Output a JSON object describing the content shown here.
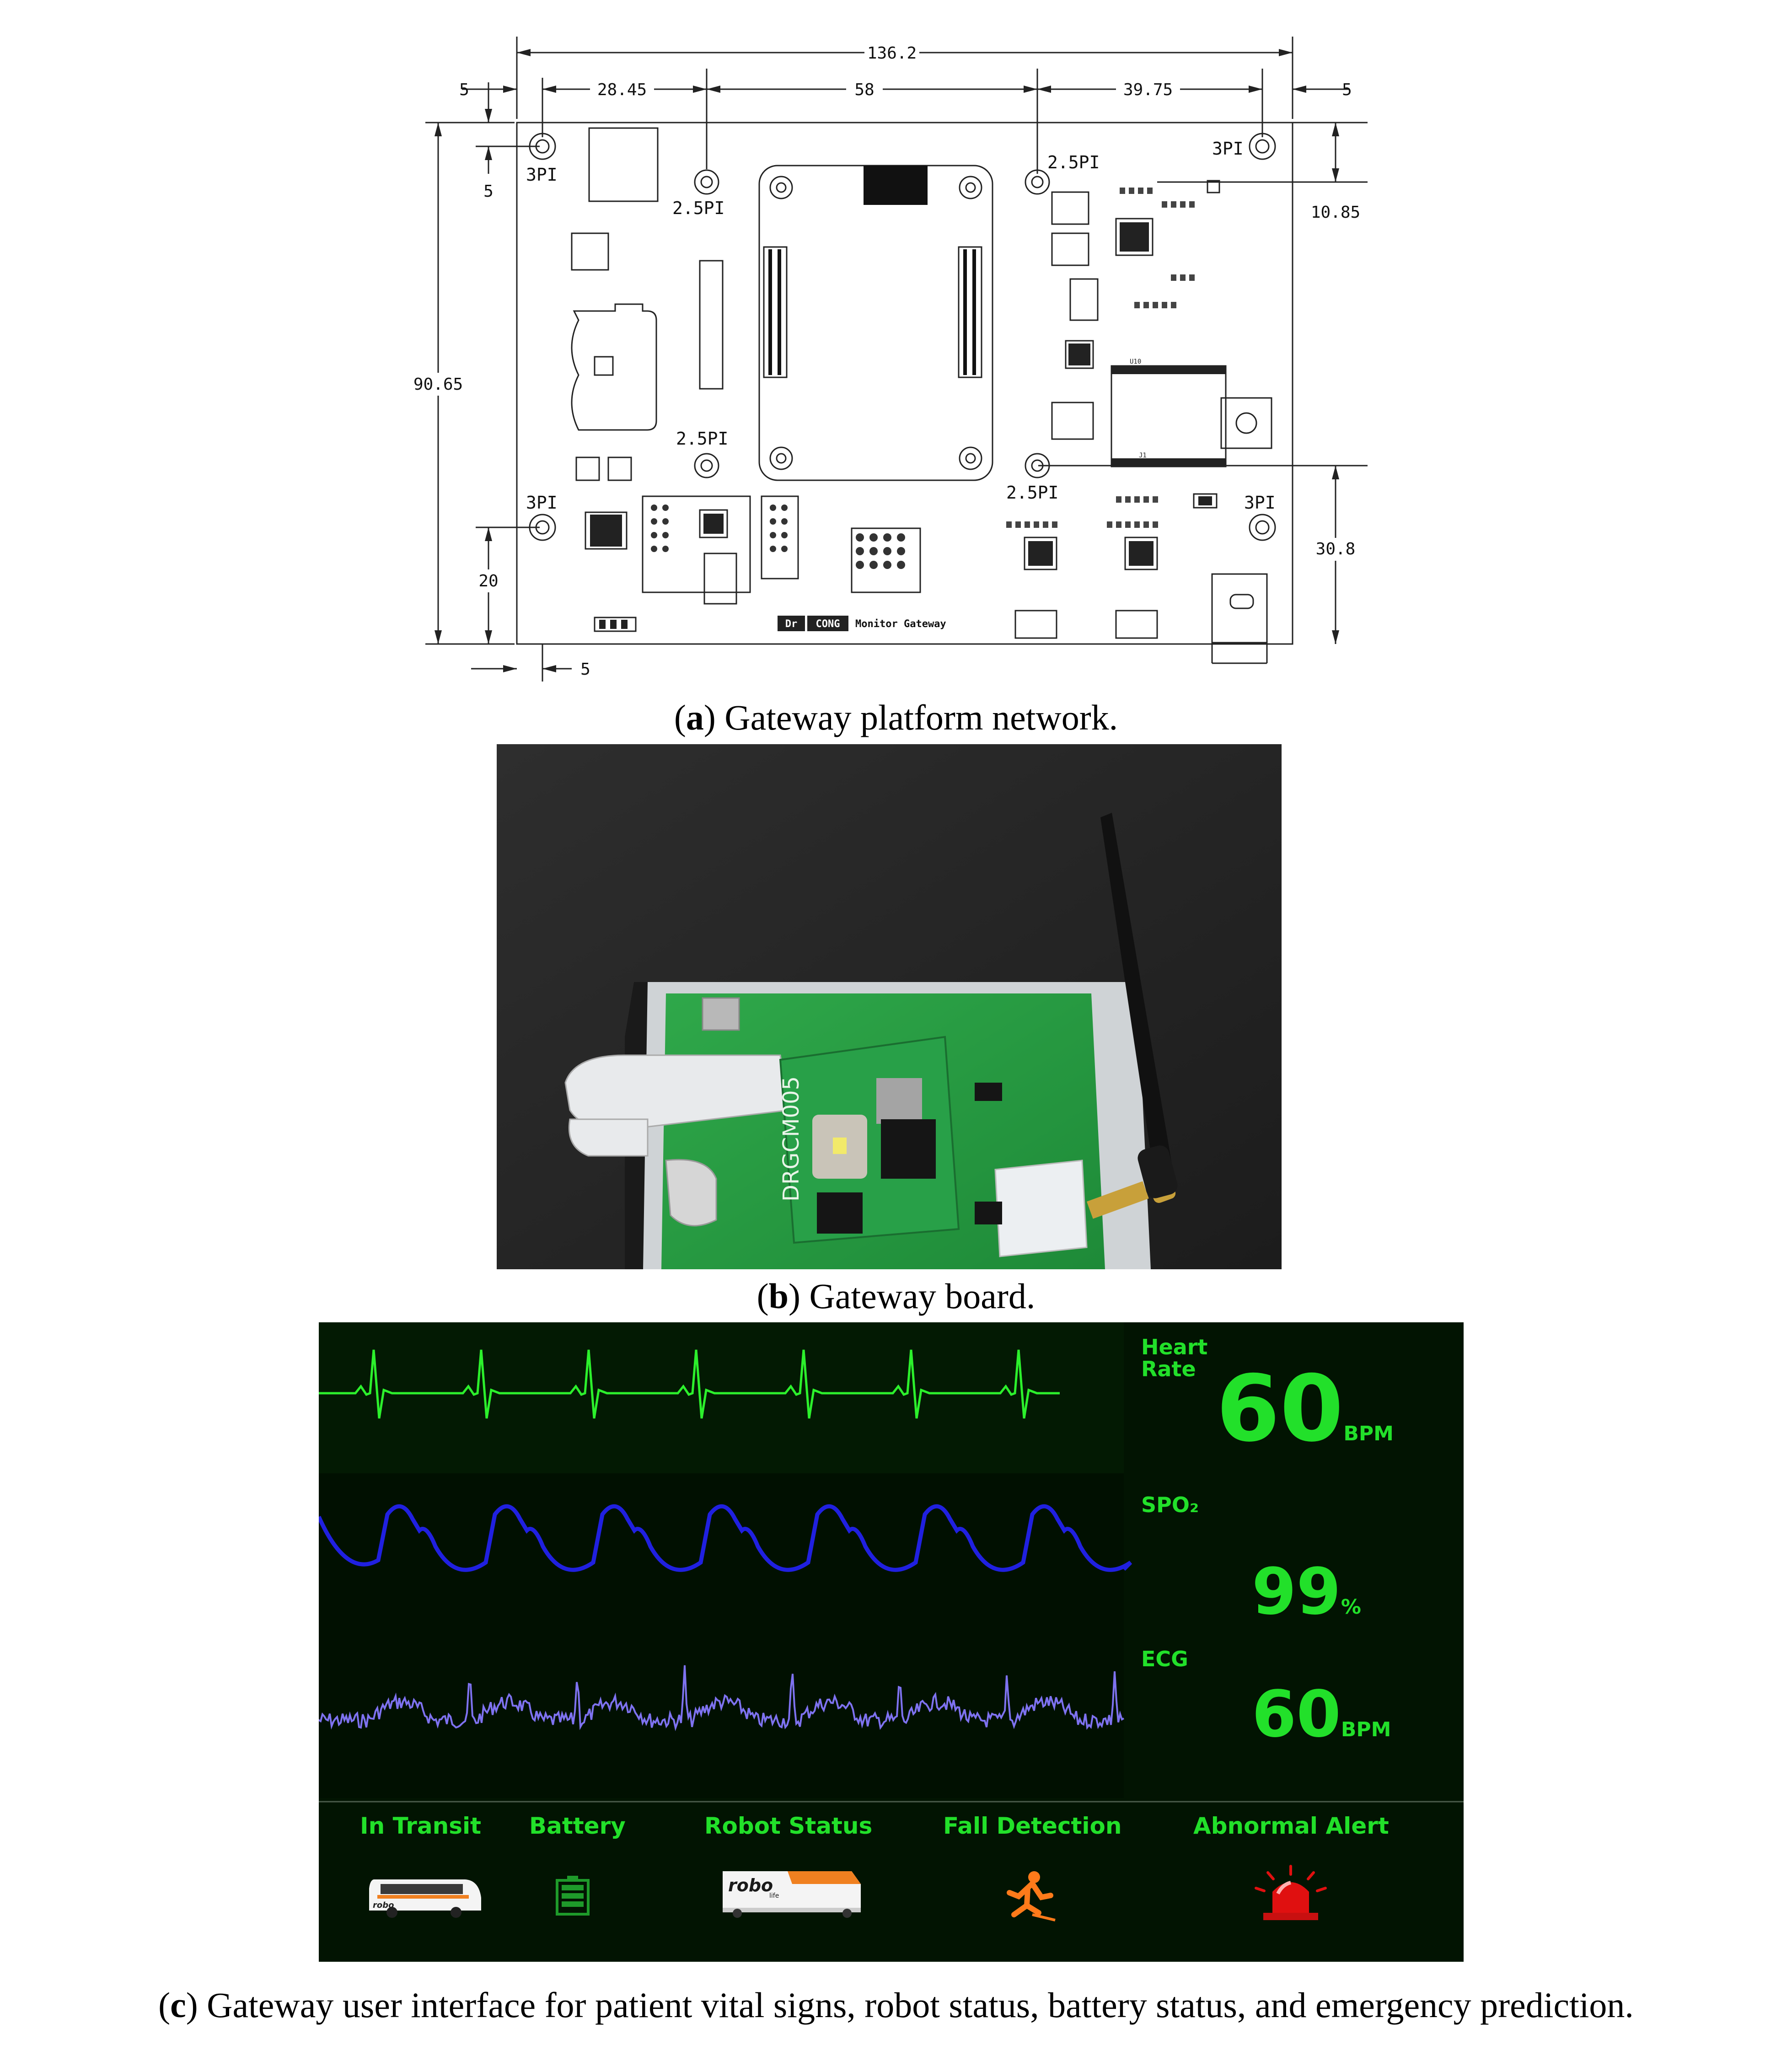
{
  "panel_a": {
    "dimensions": {
      "total_width": "136.2",
      "left_hole_offset": "28.45",
      "module_span": "58",
      "right_offset": "39.75",
      "edge_left": "5",
      "edge_right": "5",
      "edge_top": "5",
      "edge_bottom": "5",
      "board_height": "90.65",
      "bottom_hole_height": "20",
      "right_top_offset": "10.85",
      "right_bottom_offset": "30.8"
    },
    "hole_labels": {
      "pi3": "3PI",
      "pi25": "2.5PI"
    },
    "silkscreen": {
      "logo_left": "Dr",
      "logo_right": "CONG",
      "name": "Monitor Gateway"
    }
  },
  "captions": {
    "a_letter": "a",
    "a_text": " Gateway platform network.",
    "b_letter": "b",
    "b_text": " Gateway board.",
    "c_letter": "c",
    "c_text": " Gateway user interface for patient vital signs, robot status, battery status, and emergency prediction."
  },
  "panel_b": {
    "module_label": "DRGCM005"
  },
  "monitor": {
    "colors": {
      "background": "#021402",
      "text": "#22e02a",
      "heart_wave": "#2cf02c",
      "spo2_wave": "#2020e0",
      "ecg_wave": "#7e72f0",
      "alert": "#e01010"
    },
    "vitals": {
      "heart_rate": {
        "label_line1": "Heart",
        "label_line2": "Rate",
        "value": "60",
        "unit": "BPM"
      },
      "spo2": {
        "label": "SPO₂",
        "value": "99",
        "unit": "%"
      },
      "ecg": {
        "label": "ECG",
        "value": "60",
        "unit": "BPM"
      }
    },
    "status_bar": [
      {
        "label": "In Transit",
        "icon": "bus-icon"
      },
      {
        "label": "Battery",
        "icon": "battery-icon"
      },
      {
        "label": "Robot Status",
        "icon": "robot-icon"
      },
      {
        "label": "Fall Detection",
        "icon": "fall-icon"
      },
      {
        "label": "Abnormal Alert",
        "icon": "alarm-light-icon"
      }
    ],
    "robot_brand": "robo",
    "robot_brand_sub": "life"
  }
}
